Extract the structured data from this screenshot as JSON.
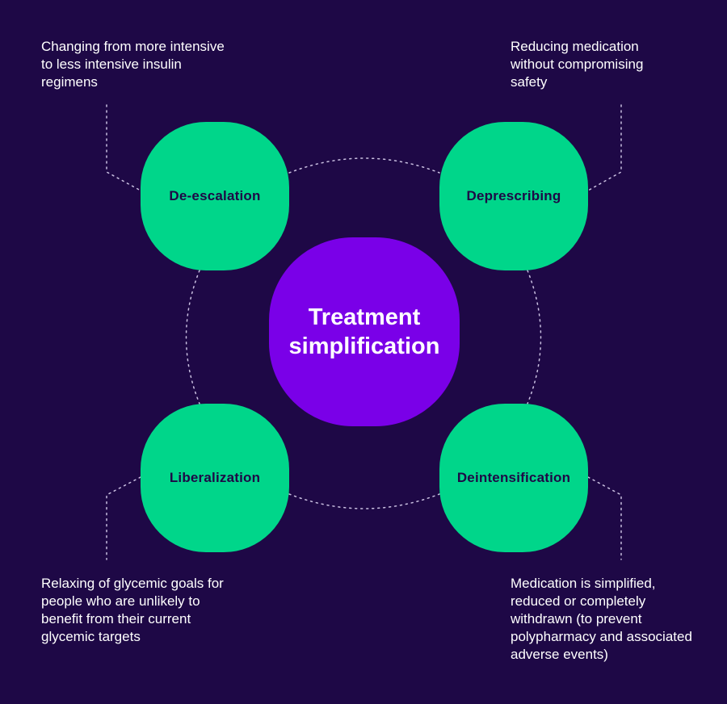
{
  "diagram": {
    "center": {
      "title": "Treatment simplification"
    },
    "nodes": [
      {
        "id": "de-escalation",
        "label": "De-escalation",
        "description": "Changing from more intensive to less intensive insulin regimens"
      },
      {
        "id": "deprescribing",
        "label": "Deprescribing",
        "description": "Reducing medication without compromising safety"
      },
      {
        "id": "liberalization",
        "label": "Liberalization",
        "description": "Relaxing of glycemic goals for people who are unlikely to benefit from their current glycemic targets"
      },
      {
        "id": "deintensification",
        "label": "Deintensification",
        "description": "Medication is simplified, reduced or completely withdrawn (to prevent polypharmacy and associated adverse events)"
      }
    ]
  },
  "colors": {
    "background": "#1e0846",
    "node_fill": "#00d68a",
    "node_text": "#1e0846",
    "center_fill": "#7a00e8",
    "center_text": "#ffffff",
    "connector": "#c9bfe0"
  }
}
